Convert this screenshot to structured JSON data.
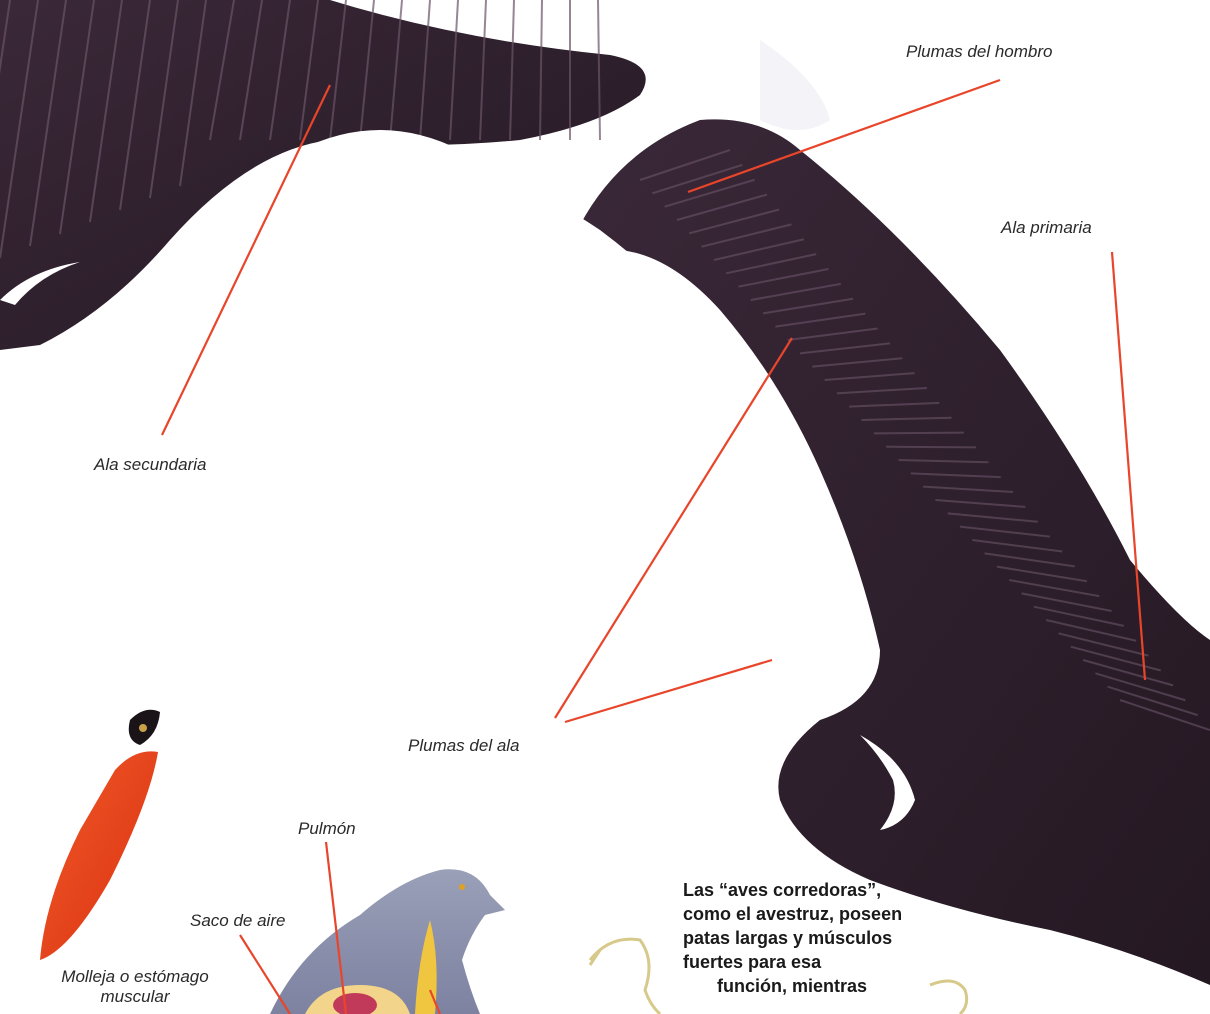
{
  "labels": {
    "plumas_hombro": "Plumas del hombro",
    "ala_primaria": "Ala primaria",
    "ala_secundaria": "Ala secundaria",
    "plumas_ala": "Plumas del ala",
    "pulmon": "Pulmón",
    "saco_aire": "Saco de aire",
    "molleja_line1": "Molleja o estómago",
    "molleja_line2": "muscular"
  },
  "note": {
    "lines": [
      "Las “aves corredoras”,",
      "como el avestruz, poseen",
      "patas largas y músculos",
      "fuertes para esa",
      "función, mientras"
    ]
  },
  "colors": {
    "feather_dark": "#2e1f2c",
    "feather_mid": "#4a3548",
    "leader_line": "#e8452a",
    "beak": "#e8401c"
  }
}
